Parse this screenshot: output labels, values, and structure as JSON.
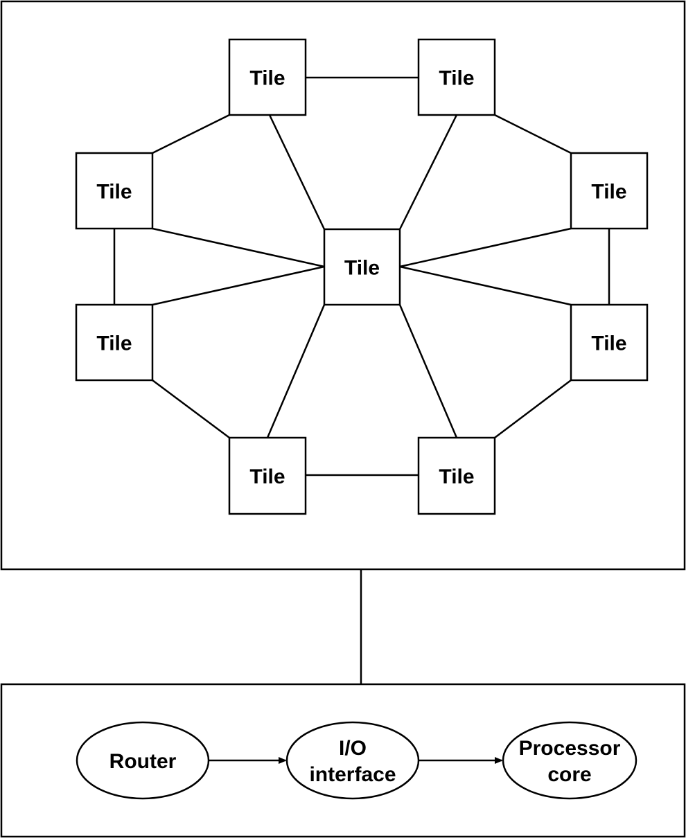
{
  "network": {
    "tiles": [
      {
        "id": "top-left",
        "label": "Tile"
      },
      {
        "id": "top-right",
        "label": "Tile"
      },
      {
        "id": "left-upper",
        "label": "Tile"
      },
      {
        "id": "right-upper",
        "label": "Tile"
      },
      {
        "id": "center",
        "label": "Tile"
      },
      {
        "id": "left-lower",
        "label": "Tile"
      },
      {
        "id": "right-lower",
        "label": "Tile"
      },
      {
        "id": "bottom-left",
        "label": "Tile"
      },
      {
        "id": "bottom-right",
        "label": "Tile"
      }
    ],
    "links": [
      [
        "top-left",
        "top-right"
      ],
      [
        "top-left",
        "left-upper"
      ],
      [
        "top-left",
        "center"
      ],
      [
        "top-right",
        "right-upper"
      ],
      [
        "top-right",
        "center"
      ],
      [
        "left-upper",
        "left-lower"
      ],
      [
        "left-upper",
        "center"
      ],
      [
        "right-upper",
        "right-lower"
      ],
      [
        "right-upper",
        "center"
      ],
      [
        "left-lower",
        "center"
      ],
      [
        "left-lower",
        "bottom-left"
      ],
      [
        "right-lower",
        "center"
      ],
      [
        "right-lower",
        "bottom-right"
      ],
      [
        "bottom-left",
        "center"
      ],
      [
        "bottom-left",
        "bottom-right"
      ],
      [
        "bottom-right",
        "center"
      ]
    ]
  },
  "tile_detail": {
    "nodes": [
      {
        "id": "router",
        "lines": [
          "Router"
        ]
      },
      {
        "id": "io-interface",
        "lines": [
          "I/O",
          "interface"
        ]
      },
      {
        "id": "processor-core",
        "lines": [
          "Processor",
          "core"
        ]
      }
    ],
    "flow": [
      [
        "router",
        "io-interface"
      ],
      [
        "io-interface",
        "processor-core"
      ]
    ]
  }
}
